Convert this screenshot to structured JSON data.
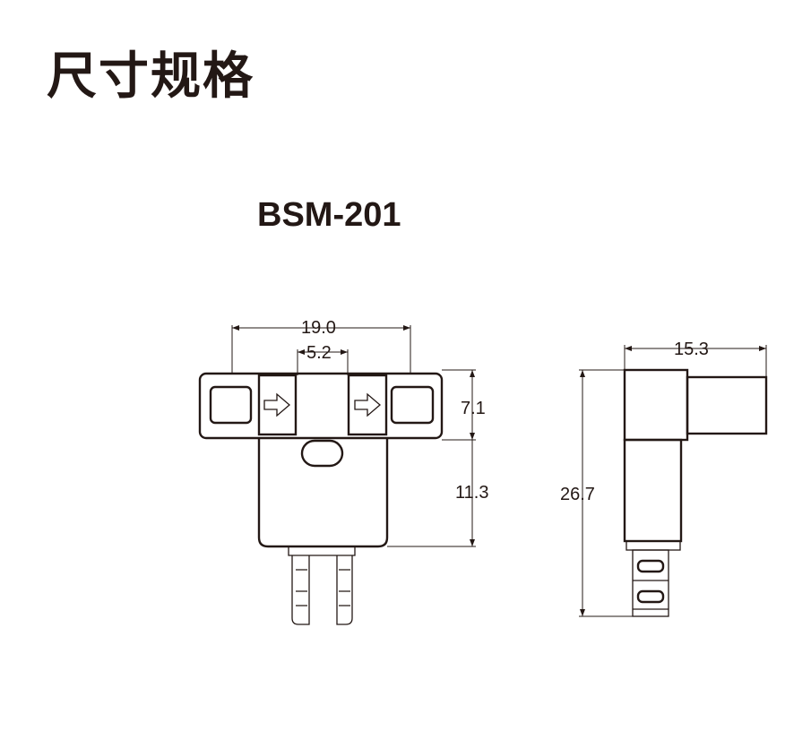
{
  "header": {
    "title": "尺寸规格"
  },
  "model": {
    "name": "BSM-201"
  },
  "dimensions": {
    "total_width": "19.0",
    "slot_width": "5.2",
    "flange_height": "7.1",
    "body_height": "11.3",
    "side_depth": "15.3",
    "total_height": "26.7"
  },
  "colors": {
    "ink": "#231815",
    "background": "#ffffff"
  },
  "icons": {
    "slot_arrow": "right-arrow-icon"
  }
}
